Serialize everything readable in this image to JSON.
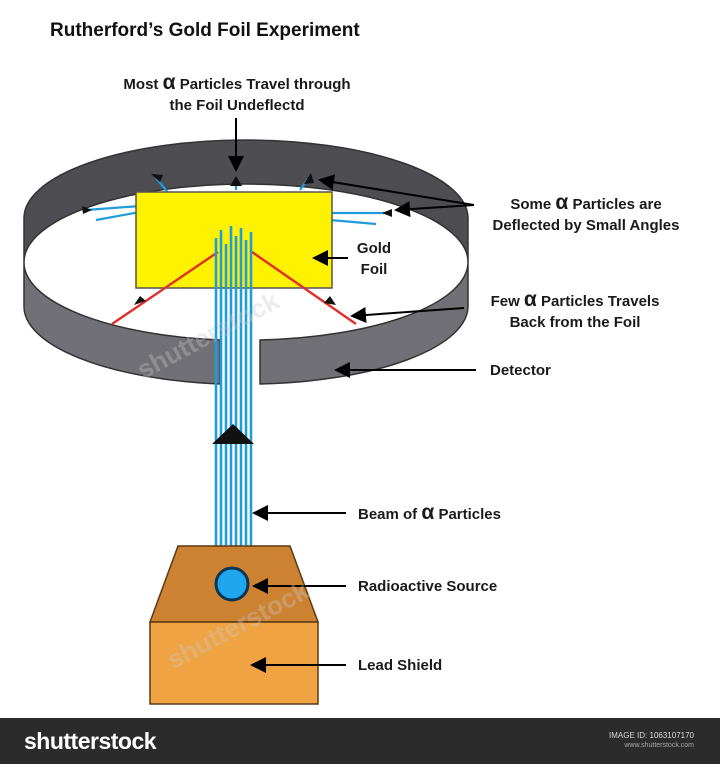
{
  "title": "Rutherford’s Gold Foil Experiment",
  "alpha_symbol": "α",
  "labels": {
    "most_particles_a": "Most",
    "most_particles_b": "Particles Travel through",
    "most_particles_line2": "the Foil Undeflectd",
    "some_particles_a": "Some",
    "some_particles_b": "Particles are",
    "some_particles_line2": "Deflected by Small Angles",
    "gold_foil_line1": "Gold",
    "gold_foil_line2": "Foil",
    "few_particles_a": "Few",
    "few_particles_b": "Particles Travels",
    "few_particles_line2": "Back from the Foil",
    "detector": "Detector",
    "beam_a": "Beam of",
    "beam_b": "Particles",
    "radioactive_source": "Radioactive Source",
    "lead_shield": "Lead Shield"
  },
  "watermark": "shutterstock",
  "footer": {
    "brand": "shutterstock",
    "image_id": "IMAGE ID: 1063107170",
    "site": "www.shutterstock.com"
  },
  "colors": {
    "gold_foil": "#fff200",
    "detector_ring": "#6e6e73",
    "lead_shield_front": "#f0a343",
    "lead_shield_top": "#cd8232",
    "beam": "#1f9ddb",
    "deflected_small": "#1f9ddb",
    "back_scatter": "#e0302b",
    "source": "#1ea7ee"
  }
}
